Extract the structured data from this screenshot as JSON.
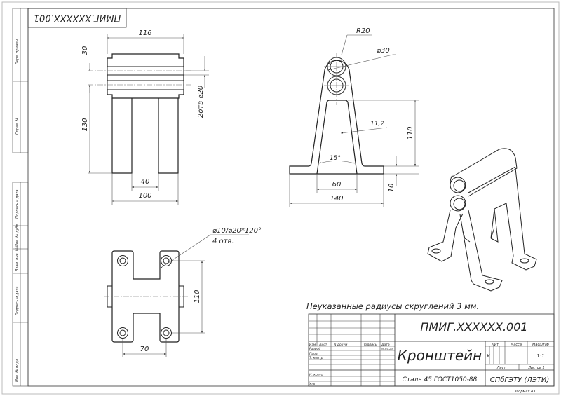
{
  "drawing": {
    "doc_code": "ПМИГ.XXXXXX.001",
    "doc_code_rotated": "ПМИГ.XXXXXX.001",
    "note": "Неуказанные радиусы скруглений 3 мм.",
    "side_stamps": [
      "Перв. примен.",
      "Справ. №",
      "Подпись и дата",
      "Инв. № дубл.",
      "Взам. инв. №",
      "Подпись и дата",
      "Инв. № подл."
    ]
  },
  "views": {
    "front": {
      "dim_width": "116",
      "dim_top": "30",
      "dim_height": "130",
      "dim_gap": "40",
      "dim_base": "100",
      "dim_holes": "2отв ⌀20"
    },
    "side": {
      "dim_radius": "R20",
      "dim_diameter": "⌀30",
      "dim_wall": "11,2",
      "dim_height": "110",
      "dim_angle": "15°",
      "dim_inner": "60",
      "dim_base": "140",
      "dim_thickness": "10"
    },
    "top": {
      "hole_note_1": "⌀10/⌀20*120°",
      "hole_note_2": "4 отв.",
      "dim_vertical": "110",
      "dim_horizontal": "70"
    }
  },
  "title_block": {
    "code": "ПМИГ.XXXXXX.001",
    "name": "Кронштейн",
    "material": "Сталь 45 ГОСТ1050-88",
    "org": "СПбГЭТУ (ЛЭТИ)",
    "col_headers": [
      "Изм",
      "Лист",
      "N докум",
      "Подпись",
      "Дата"
    ],
    "rows": [
      "Разраб",
      "Пров",
      "Т. контр",
      "",
      "Н. контр",
      "Утв"
    ],
    "date": "26.04.20",
    "lit_label": "Лит",
    "mass_label": "Масса",
    "scale_label": "Масштаб",
    "lit_value": "У",
    "scale_value": "1:1",
    "sheet_label": "Лист",
    "sheets_label": "Листов 1",
    "format": "Формат А3"
  }
}
